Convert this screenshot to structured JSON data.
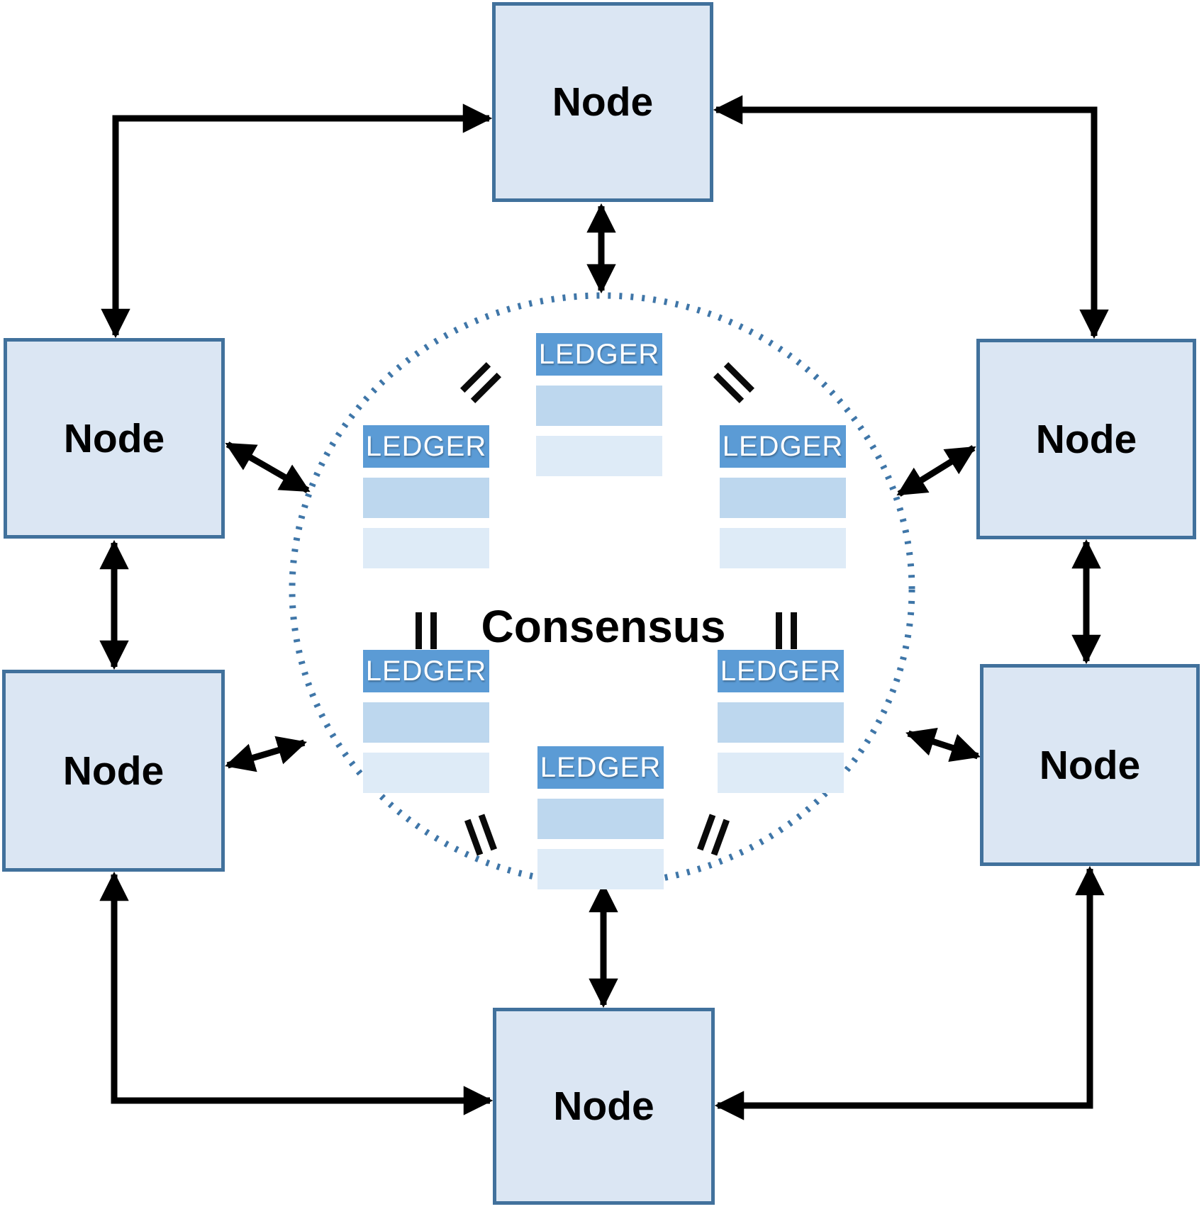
{
  "figure": {
    "type": "diagram",
    "description": "Peer-to-peer distributed ledger network: six nodes exchanging data around a dotted consensus circle holding identical ledgers",
    "center_label": "Consensus",
    "nodes": [
      {
        "id": "top",
        "label": "Node"
      },
      {
        "id": "left-top",
        "label": "Node"
      },
      {
        "id": "left-bottom",
        "label": "Node"
      },
      {
        "id": "right-top",
        "label": "Node"
      },
      {
        "id": "right-bottom",
        "label": "Node"
      },
      {
        "id": "bottom",
        "label": "Node"
      }
    ],
    "ledgers": [
      {
        "id": "top-center",
        "label": "LEDGER"
      },
      {
        "id": "mid-left",
        "label": "LEDGER"
      },
      {
        "id": "mid-right",
        "label": "LEDGER"
      },
      {
        "id": "lower-left",
        "label": "LEDGER"
      },
      {
        "id": "lower-right",
        "label": "LEDGER"
      },
      {
        "id": "bottom-center",
        "label": "LEDGER"
      }
    ],
    "equivalence_marks": 6,
    "colors": {
      "node_fill": "#dbe6f3",
      "node_border": "#41719c",
      "ledger_header": "#5b9bd5",
      "ledger_row_1": "#bdd7ee",
      "ledger_row_2": "#deebf7",
      "circle_dotted": "#3f76a8",
      "arrow": "#000000",
      "text": "#000000",
      "ledger_text": "#ffffff"
    }
  }
}
